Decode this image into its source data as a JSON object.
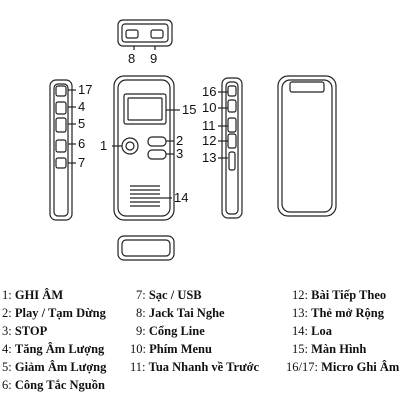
{
  "callouts": [
    "1",
    "2",
    "3",
    "4",
    "5",
    "6",
    "7",
    "8",
    "9",
    "10",
    "11",
    "12",
    "13",
    "14",
    "15",
    "16",
    "17"
  ],
  "legend": {
    "col1": [
      {
        "num": "1:",
        "text": "GHI ÂM"
      },
      {
        "num": "2:",
        "text": "Play / Tạm Dừng"
      },
      {
        "num": "3:",
        "text": "STOP"
      },
      {
        "num": "4:",
        "text": "Tăng Âm Lượng"
      },
      {
        "num": "5:",
        "text": "Giảm Âm Lượng"
      },
      {
        "num": "6:",
        "text": "Công Tắc Nguồn"
      }
    ],
    "col2": [
      {
        "num": "7:",
        "text": "Sạc / USB"
      },
      {
        "num": "8:",
        "text": "Jack Tai Nghe"
      },
      {
        "num": "9:",
        "text": "Cổng Line"
      },
      {
        "num": "10:",
        "text": "Phím Menu"
      },
      {
        "num": "11:",
        "text": "Tua Nhanh về Trước"
      }
    ],
    "col3": [
      {
        "num": "12:",
        "text": "Bài Tiếp Theo"
      },
      {
        "num": "13:",
        "text": "Thẻ mở Rộng"
      },
      {
        "num": "14:",
        "text": "Loa"
      },
      {
        "num": "15:",
        "text": "Màn Hình"
      },
      {
        "num": "16/17:",
        "text": "Micro Ghi Âm"
      }
    ]
  }
}
